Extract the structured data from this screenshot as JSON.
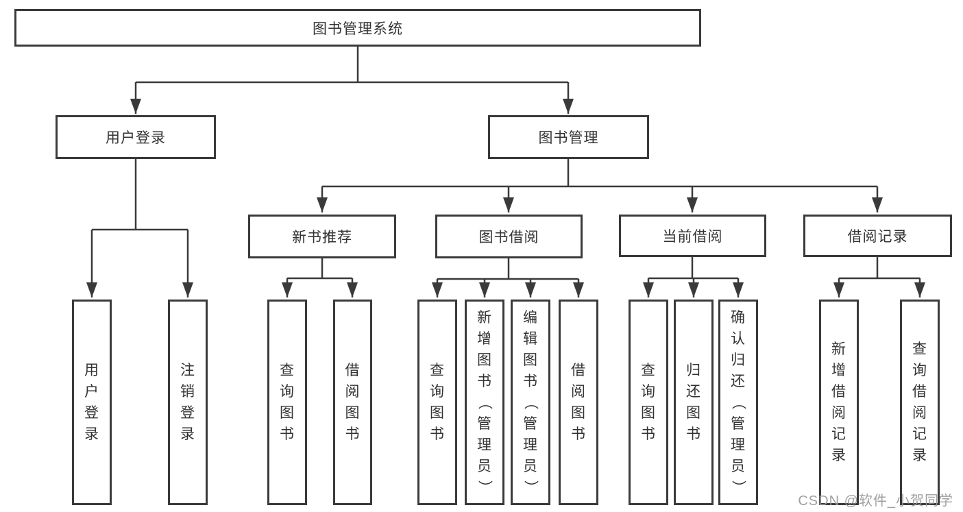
{
  "canvas": {
    "background": "#ffffff",
    "line_color": "#3a3a3a",
    "text_color": "#333333"
  },
  "tree": {
    "label": "图书管理系统",
    "children": [
      {
        "label": "用户登录",
        "children": [
          {
            "label": "用户登录"
          },
          {
            "label": "注销登录"
          }
        ]
      },
      {
        "label": "图书管理",
        "children": [
          {
            "label": "新书推荐",
            "children": [
              {
                "label": "查询图书"
              },
              {
                "label": "借阅图书"
              }
            ]
          },
          {
            "label": "图书借阅",
            "children": [
              {
                "label": "查询图书"
              },
              {
                "label": "新增图书（管理员）"
              },
              {
                "label": "编辑图书（管理员）"
              },
              {
                "label": "借阅图书"
              }
            ]
          },
          {
            "label": "当前借阅",
            "children": [
              {
                "label": "查询图书"
              },
              {
                "label": "归还图书"
              },
              {
                "label": "确认归还（管理员）"
              }
            ]
          },
          {
            "label": "借阅记录",
            "children": [
              {
                "label": "新增借阅记录"
              },
              {
                "label": "查询借阅记录"
              }
            ]
          }
        ]
      }
    ]
  },
  "watermark": {
    "text": "CSDN @软件_小贺同学",
    "color": "#9b9b9b"
  }
}
